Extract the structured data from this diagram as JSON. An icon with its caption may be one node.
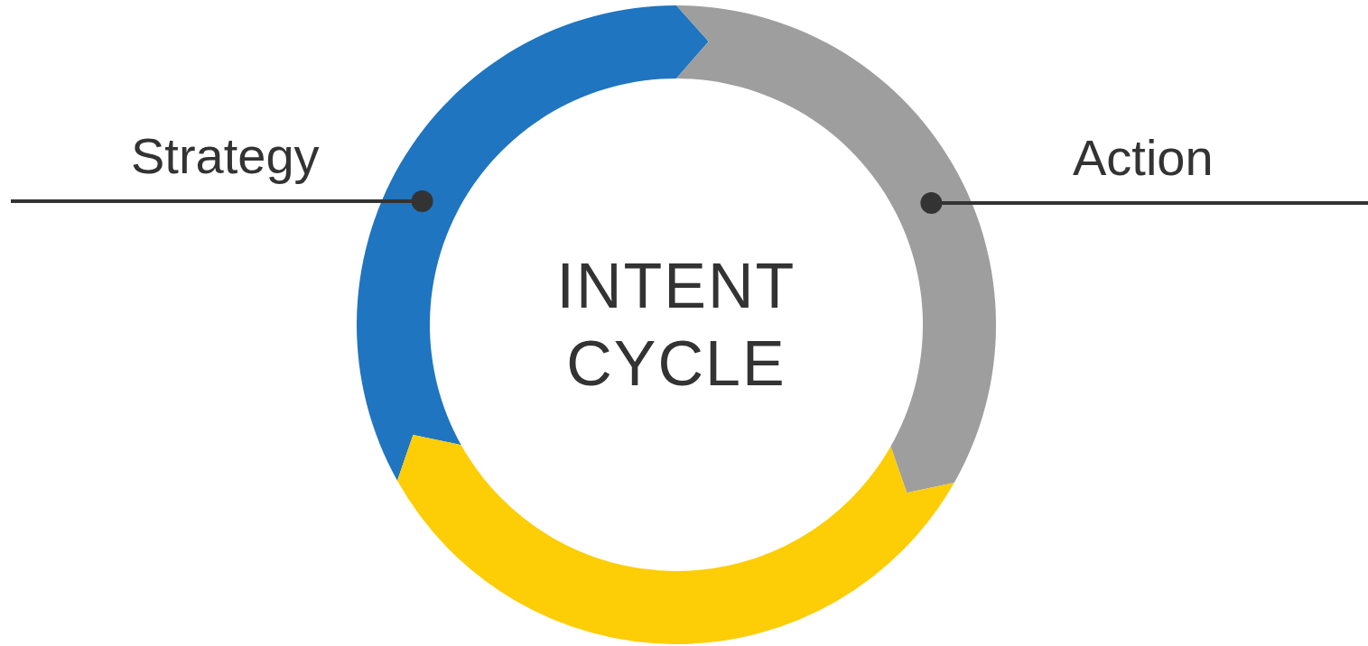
{
  "diagram": {
    "nodes": [
      {
        "text": [
          "Strategy"
        ]
      },
      {
        "text": [],
        "shape": "arc"
      },
      {
        "text": [
          "Action"
        ]
      },
      {
        "text": [],
        "shape": "arc"
      },
      {
        "text": [],
        "shape": "arc"
      }
    ],
    "edges": [
      {
        "from": 0,
        "to": 1,
        "arrow": "other"
      },
      {
        "from": 2,
        "to": 3,
        "arrow": "other"
      }
    ],
    "labels": [
      "INTENT CYCLE"
    ]
  }
}
